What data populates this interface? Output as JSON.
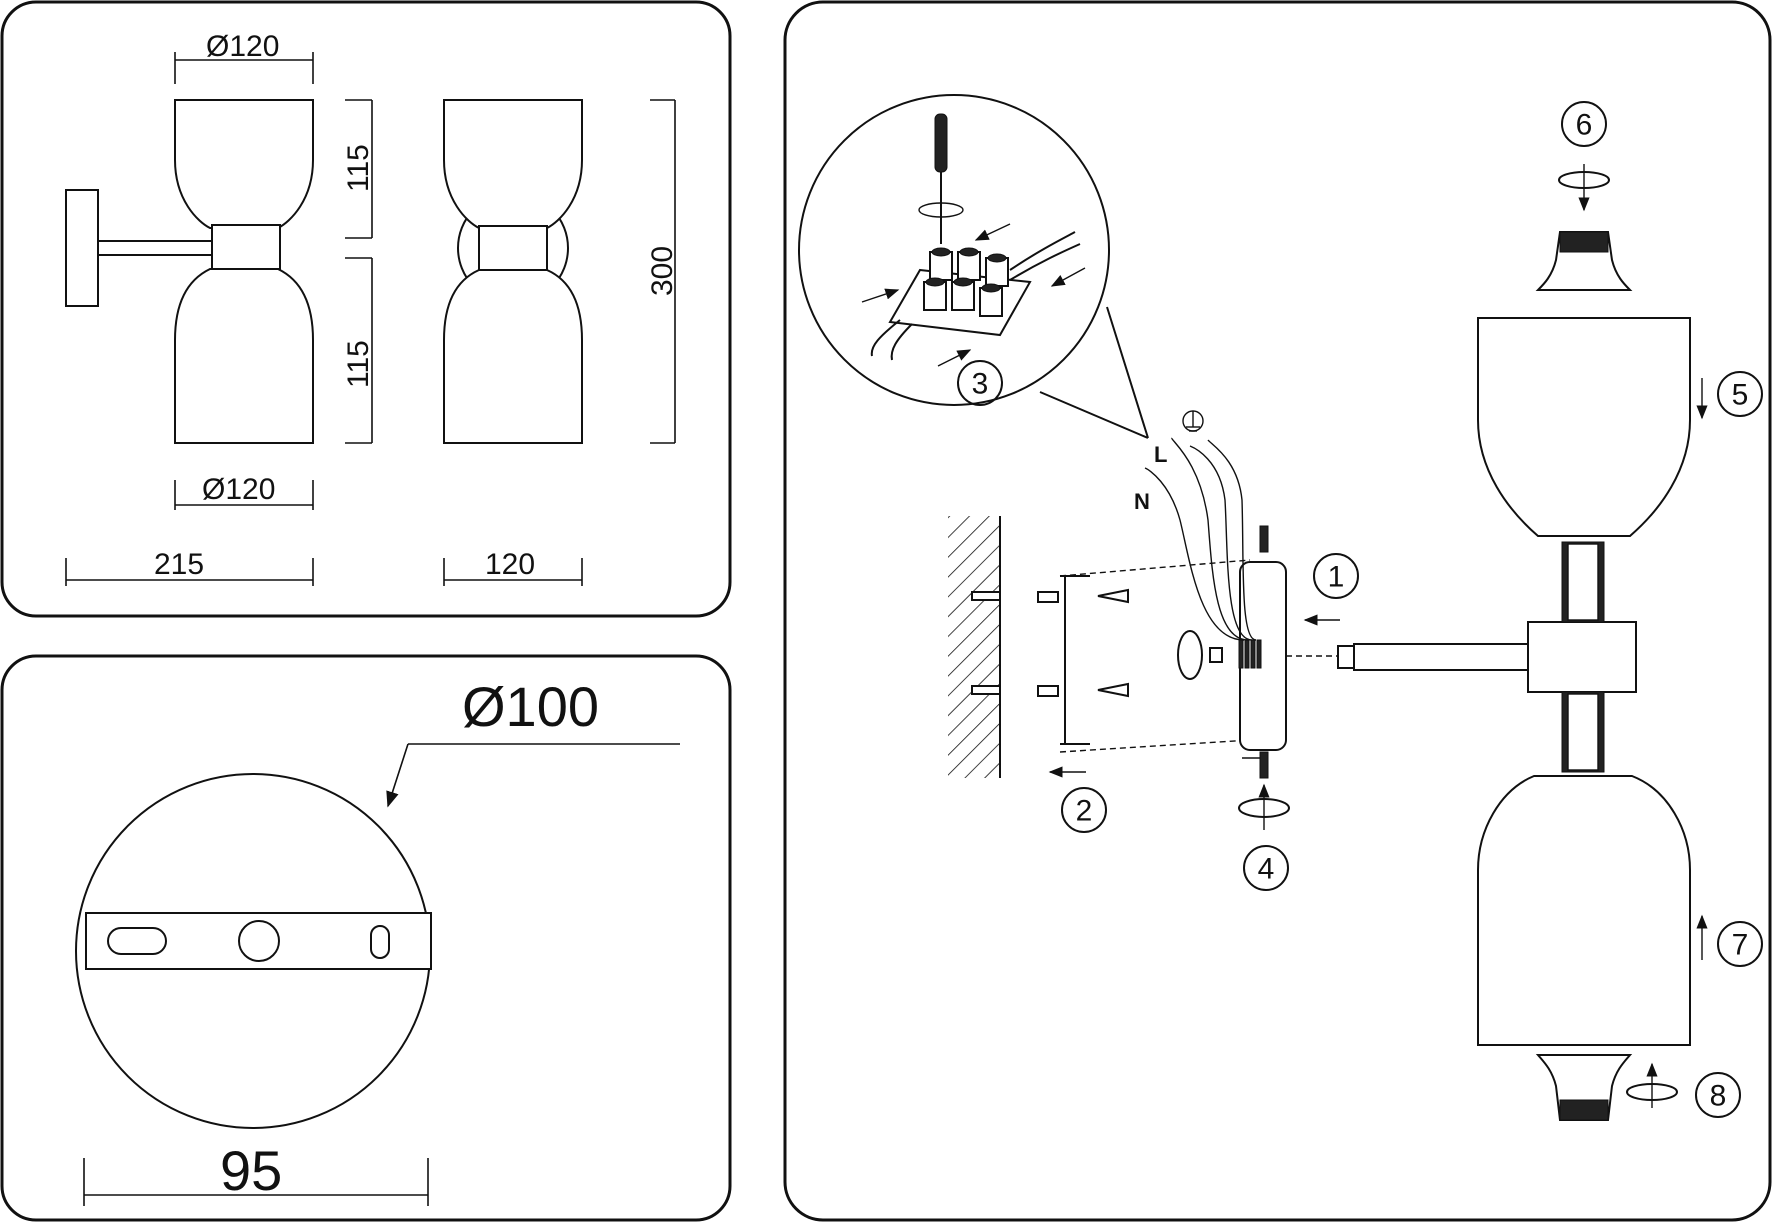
{
  "dimensions": {
    "top_diameter": "Ø120",
    "upper_height": "115",
    "lower_height": "115",
    "bottom_diameter": "Ø120",
    "depth": "215",
    "width": "120",
    "total_height": "300",
    "plate_diameter": "Ø100",
    "plate_mount_width": "95"
  },
  "wires": {
    "live": "L",
    "neutral": "N"
  },
  "steps": [
    "1",
    "2",
    "3",
    "4",
    "5",
    "6",
    "7",
    "8"
  ]
}
